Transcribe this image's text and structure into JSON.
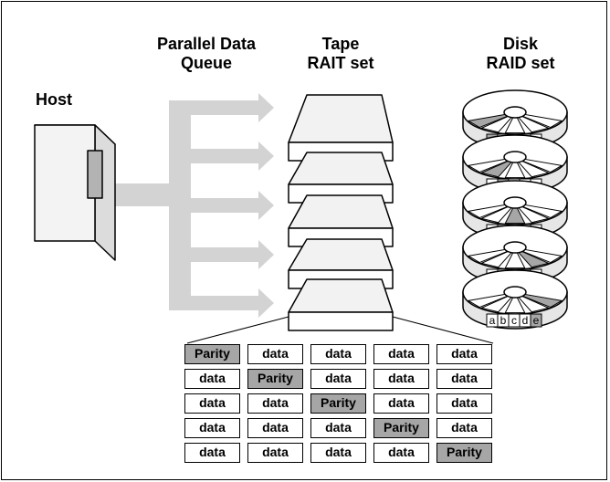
{
  "labels": {
    "host": "Host",
    "queue_line1": "Parallel Data",
    "queue_line2": "Queue",
    "tape_line1": "Tape",
    "tape_line2": "RAIT set",
    "disk_line1": "Disk",
    "disk_line2": "RAID set"
  },
  "disk_segment_letters": [
    "a",
    "b",
    "c",
    "d",
    "e"
  ],
  "stripe_table": [
    [
      "Parity",
      "data",
      "data",
      "data",
      "data"
    ],
    [
      "data",
      "Parity",
      "data",
      "data",
      "data"
    ],
    [
      "data",
      "data",
      "Parity",
      "data",
      "data"
    ],
    [
      "data",
      "data",
      "data",
      "Parity",
      "data"
    ],
    [
      "data",
      "data",
      "data",
      "data",
      "Parity"
    ]
  ],
  "colors": {
    "parity_fill": "#a6a6a6",
    "queue_arrow": "#d3d3d3",
    "host_body": "#f3f3f3",
    "outline": "#000000"
  }
}
